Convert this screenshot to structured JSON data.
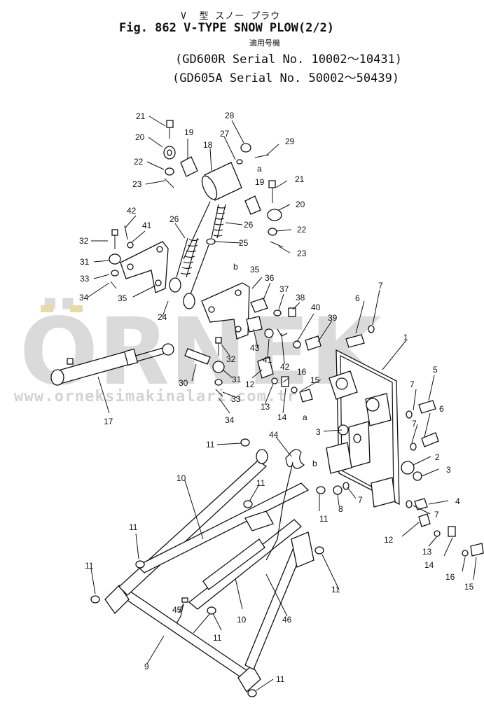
{
  "header": {
    "jp_title": "V  型 スノー プラウ",
    "fig_title": "Fig. 862 V-TYPE SNOW PLOW(2/2)",
    "jp_applicable": "適用号機",
    "serial_line_1": "(GD600R Serial No. 10002～10431)",
    "serial_line_2": "(GD605A Serial No. 50002～50439)"
  },
  "watermark": {
    "brand": "ÖRNEK",
    "url": "www.orneksimakinalari.com.tr",
    "color": "#d9d9d9",
    "accent": "#e8d9a8"
  },
  "callouts": [
    {
      "id": "c21a",
      "text": "21"
    },
    {
      "id": "c20a",
      "text": "20"
    },
    {
      "id": "c19a",
      "text": "19"
    },
    {
      "id": "c18",
      "text": "18"
    },
    {
      "id": "c28",
      "text": "28"
    },
    {
      "id": "c27",
      "text": "27"
    },
    {
      "id": "c29",
      "text": "29"
    },
    {
      "id": "ca1",
      "text": "a"
    },
    {
      "id": "c22a",
      "text": "22"
    },
    {
      "id": "c23a",
      "text": "23"
    },
    {
      "id": "c19b",
      "text": "19"
    },
    {
      "id": "c21b",
      "text": "21"
    },
    {
      "id": "c20b",
      "text": "20"
    },
    {
      "id": "c42a",
      "text": "42"
    },
    {
      "id": "c41a",
      "text": "41"
    },
    {
      "id": "c26a",
      "text": "26"
    },
    {
      "id": "c26b",
      "text": "26"
    },
    {
      "id": "c22b",
      "text": "22"
    },
    {
      "id": "c32a",
      "text": "32"
    },
    {
      "id": "c25",
      "text": "25"
    },
    {
      "id": "c23b",
      "text": "23"
    },
    {
      "id": "c31a",
      "text": "31"
    },
    {
      "id": "cb1",
      "text": "b"
    },
    {
      "id": "c35a",
      "text": "35"
    },
    {
      "id": "c33a",
      "text": "33"
    },
    {
      "id": "c36",
      "text": "36"
    },
    {
      "id": "c34a",
      "text": "34"
    },
    {
      "id": "c37",
      "text": "37"
    },
    {
      "id": "c7a",
      "text": "7"
    },
    {
      "id": "c38",
      "text": "38"
    },
    {
      "id": "c35b",
      "text": "35"
    },
    {
      "id": "c6a",
      "text": "6"
    },
    {
      "id": "c40",
      "text": "40"
    },
    {
      "id": "c39",
      "text": "39"
    },
    {
      "id": "c24",
      "text": "24"
    },
    {
      "id": "c1",
      "text": "1"
    },
    {
      "id": "c43",
      "text": "43"
    },
    {
      "id": "c41b",
      "text": "41"
    },
    {
      "id": "c42b",
      "text": "42"
    },
    {
      "id": "c32b",
      "text": "32"
    },
    {
      "id": "c16a",
      "text": "16"
    },
    {
      "id": "c15a",
      "text": "15"
    },
    {
      "id": "c5",
      "text": "5"
    },
    {
      "id": "c31b",
      "text": "31"
    },
    {
      "id": "c7b",
      "text": "7"
    },
    {
      "id": "c30",
      "text": "30"
    },
    {
      "id": "c12a",
      "text": "12"
    },
    {
      "id": "c6b",
      "text": "6"
    },
    {
      "id": "c33b",
      "text": "33"
    },
    {
      "id": "c13a",
      "text": "13"
    },
    {
      "id": "c14a",
      "text": "14"
    },
    {
      "id": "ca2",
      "text": "a"
    },
    {
      "id": "c7c",
      "text": "7"
    },
    {
      "id": "c17",
      "text": "17"
    },
    {
      "id": "c34b",
      "text": "34"
    },
    {
      "id": "c3a",
      "text": "3"
    },
    {
      "id": "c11a",
      "text": "11"
    },
    {
      "id": "c44",
      "text": "44"
    },
    {
      "id": "c2",
      "text": "2"
    },
    {
      "id": "cb2",
      "text": "b"
    },
    {
      "id": "c3b",
      "text": "3"
    },
    {
      "id": "c10a",
      "text": "10"
    },
    {
      "id": "c11b",
      "text": "11"
    },
    {
      "id": "c7d",
      "text": "7"
    },
    {
      "id": "c4",
      "text": "4"
    },
    {
      "id": "c8",
      "text": "8"
    },
    {
      "id": "c11c",
      "text": "11"
    },
    {
      "id": "c7e",
      "text": "7"
    },
    {
      "id": "c11d",
      "text": "11"
    },
    {
      "id": "c12b",
      "text": "12"
    },
    {
      "id": "c13b",
      "text": "13"
    },
    {
      "id": "c11e",
      "text": "11"
    },
    {
      "id": "c14b",
      "text": "14"
    },
    {
      "id": "c11f",
      "text": "11"
    },
    {
      "id": "c45",
      "text": "45"
    },
    {
      "id": "c16b",
      "text": "16"
    },
    {
      "id": "c15b",
      "text": "15"
    },
    {
      "id": "c10b",
      "text": "10"
    },
    {
      "id": "c46",
      "text": "46"
    },
    {
      "id": "c11g",
      "text": "11"
    },
    {
      "id": "c9",
      "text": "9"
    },
    {
      "id": "c11h",
      "text": "11"
    }
  ]
}
